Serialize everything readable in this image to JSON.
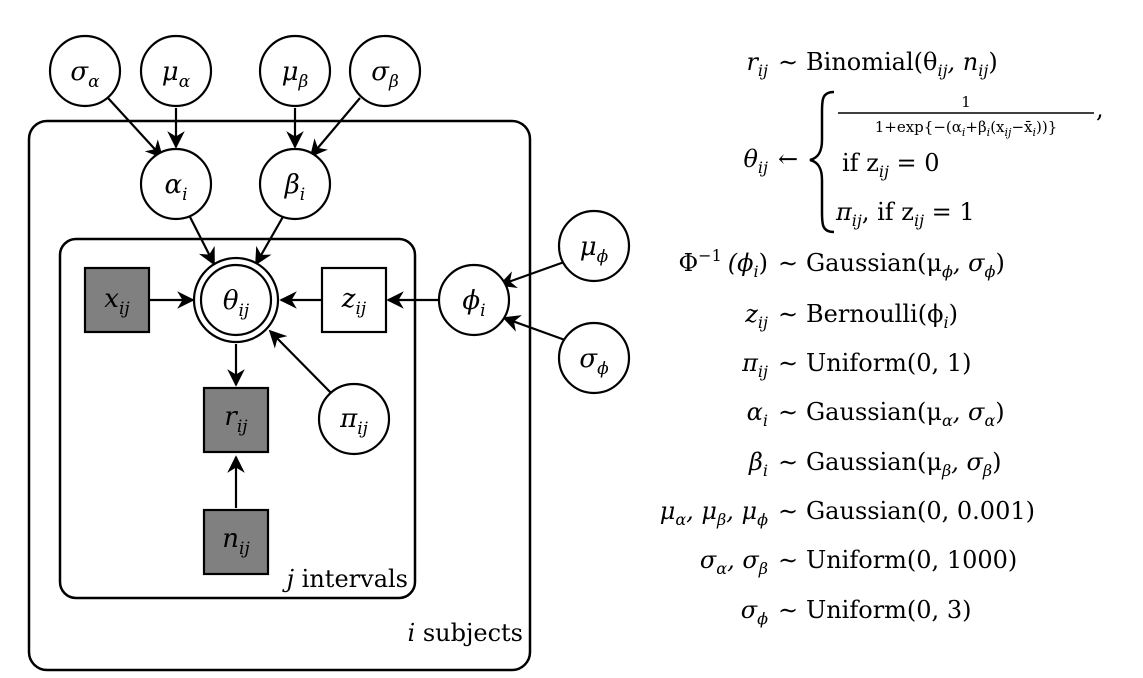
{
  "diagram": {
    "nodes": {
      "sigma_alpha": {
        "label": "σ",
        "sub": "α"
      },
      "mu_alpha": {
        "label": "μ",
        "sub": "α"
      },
      "mu_beta": {
        "label": "μ",
        "sub": "β"
      },
      "sigma_beta": {
        "label": "σ",
        "sub": "β"
      },
      "alpha_i": {
        "label": "α",
        "sub": "i"
      },
      "beta_i": {
        "label": "β",
        "sub": "i"
      },
      "theta_ij": {
        "label": "θ",
        "sub": "ij"
      },
      "x_ij": {
        "label": "x",
        "sub": "ij"
      },
      "z_ij": {
        "label": "z",
        "sub": "ij"
      },
      "phi_i": {
        "label": "ϕ",
        "sub": "i"
      },
      "mu_phi": {
        "label": "μ",
        "sub": "ϕ"
      },
      "sigma_phi": {
        "label": "σ",
        "sub": "ϕ"
      },
      "r_ij": {
        "label": "r",
        "sub": "ij"
      },
      "pi_ij": {
        "label": "π",
        "sub": "ij"
      },
      "n_ij": {
        "label": "n",
        "sub": "ij"
      }
    },
    "plates": {
      "outer": {
        "var": "i",
        "text": " subjects"
      },
      "inner": {
        "var": "j",
        "text": " intervals"
      }
    },
    "colors": {
      "observed_fill": "#808080",
      "stroke": "#000000"
    }
  },
  "equations": {
    "r": {
      "lhs": "r",
      "lhs_sub": "ij",
      "op": "∼",
      "rhs": "Binomial(θ",
      "rhs_sub": "ij",
      "rhs_mid": ", n",
      "rhs_sub2": "ij",
      "rhs_end": ")"
    },
    "theta": {
      "lhs": "θ",
      "lhs_sub": "ij",
      "op": "←",
      "case1_num": "1",
      "case1_den": "1+exp{−(α",
      "case1_den_b": "+β",
      "case1_den_c": "(x",
      "case1_den_d": "−x̄",
      "case1_den_e": "))}",
      "case1_cond": "if z",
      "case1_cond_sub": "ij",
      "case1_cond_eq": " = 0",
      "case2": "π",
      "case2_sub": "ij",
      "case2_cond": ",  if z",
      "case2_cond_sub": "ij",
      "case2_cond_eq": " = 1"
    },
    "phi": {
      "lhs": "Φ",
      "lhs_sup": "−1",
      "lhs_arg": "(ϕ",
      "lhs_arg_sub": "i",
      "lhs_close": ")",
      "op": "∼",
      "rhs": "Gaussian(μ",
      "rhs_sub": "ϕ",
      "rhs_mid": ", σ",
      "rhs_sub2": "ϕ",
      "rhs_end": ")"
    },
    "z": {
      "lhs": "z",
      "lhs_sub": "ij",
      "op": "∼",
      "rhs": "Bernoulli(ϕ",
      "rhs_sub": "i",
      "rhs_end": ")"
    },
    "pi": {
      "lhs": "π",
      "lhs_sub": "ij",
      "op": "∼",
      "rhs": "Uniform(0, 1)"
    },
    "alpha": {
      "lhs": "α",
      "lhs_sub": "i",
      "op": "∼",
      "rhs": "Gaussian(μ",
      "rhs_sub": "α",
      "rhs_mid": ", σ",
      "rhs_sub2": "α",
      "rhs_end": ")"
    },
    "beta": {
      "lhs": "β",
      "lhs_sub": "i",
      "op": "∼",
      "rhs": "Gaussian(μ",
      "rhs_sub": "β",
      "rhs_mid": ", σ",
      "rhs_sub2": "β",
      "rhs_end": ")"
    },
    "mus": {
      "lhs_a": "μ",
      "lhs_a_sub": "α",
      "lhs_b": ", μ",
      "lhs_b_sub": "β",
      "lhs_c": ", μ",
      "lhs_c_sub": "ϕ",
      "op": "∼",
      "rhs": "Gaussian(0, 0.001)"
    },
    "sigmas": {
      "lhs_a": "σ",
      "lhs_a_sub": "α",
      "lhs_b": ", σ",
      "lhs_b_sub": "β",
      "op": "∼",
      "rhs": "Uniform(0, 1000)"
    },
    "sigma_phi": {
      "lhs": "σ",
      "lhs_sub": "ϕ",
      "op": "∼",
      "rhs": "Uniform(0, 3)"
    }
  }
}
